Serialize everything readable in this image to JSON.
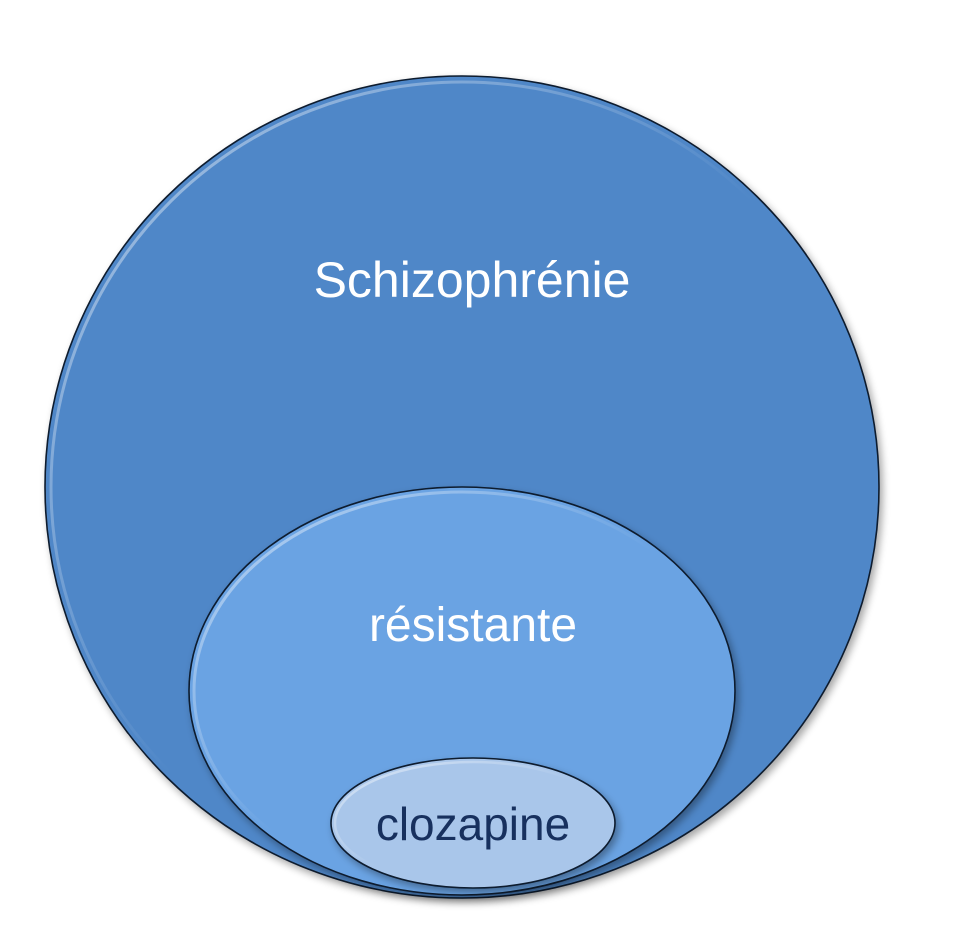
{
  "diagram": {
    "outer": {
      "label": "Schizophrénie",
      "fill": "#4f87c8",
      "text_color": "#ffffff"
    },
    "middle": {
      "label": "résistante",
      "fill": "#6ba3e3",
      "text_color": "#ffffff"
    },
    "inner": {
      "label": "clozapine",
      "fill": "#a9c6ea",
      "text_color": "#17305e"
    },
    "stroke_color": "#0d1a2d"
  }
}
